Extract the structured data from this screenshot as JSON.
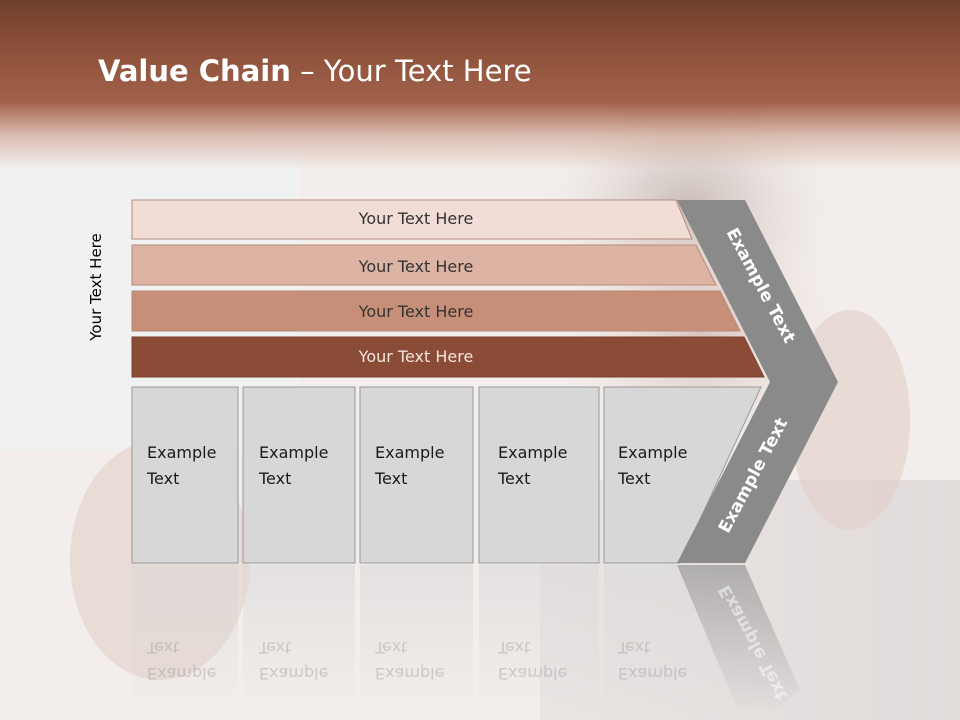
{
  "slide": {
    "title_bold": "Value Chain",
    "title_rest": " – Your Text Here",
    "side_label": "Your Text Here"
  },
  "support_rows": [
    {
      "label": "Your Text Here",
      "color": "#f2ddd6"
    },
    {
      "label": "Your Text Here",
      "color": "#ddb4a3"
    },
    {
      "label": "Your Text Here",
      "color": "#c78e78"
    },
    {
      "label": "Your Text Here",
      "color": "#8a4c36"
    }
  ],
  "primary_activities": [
    {
      "line1": "Example",
      "line2": "Text"
    },
    {
      "line1": "Example",
      "line2": "Text"
    },
    {
      "line1": "Example",
      "line2": "Text"
    },
    {
      "line1": "Example",
      "line2": "Text"
    },
    {
      "line1": "Example",
      "line2": "Text"
    }
  ],
  "arrow": {
    "upper_label": "Example Text",
    "lower_label": "Example Text",
    "color": "#8a8a8a"
  },
  "colors": {
    "header": "#8a4e38",
    "cell_fill": "#d7d7d7"
  }
}
